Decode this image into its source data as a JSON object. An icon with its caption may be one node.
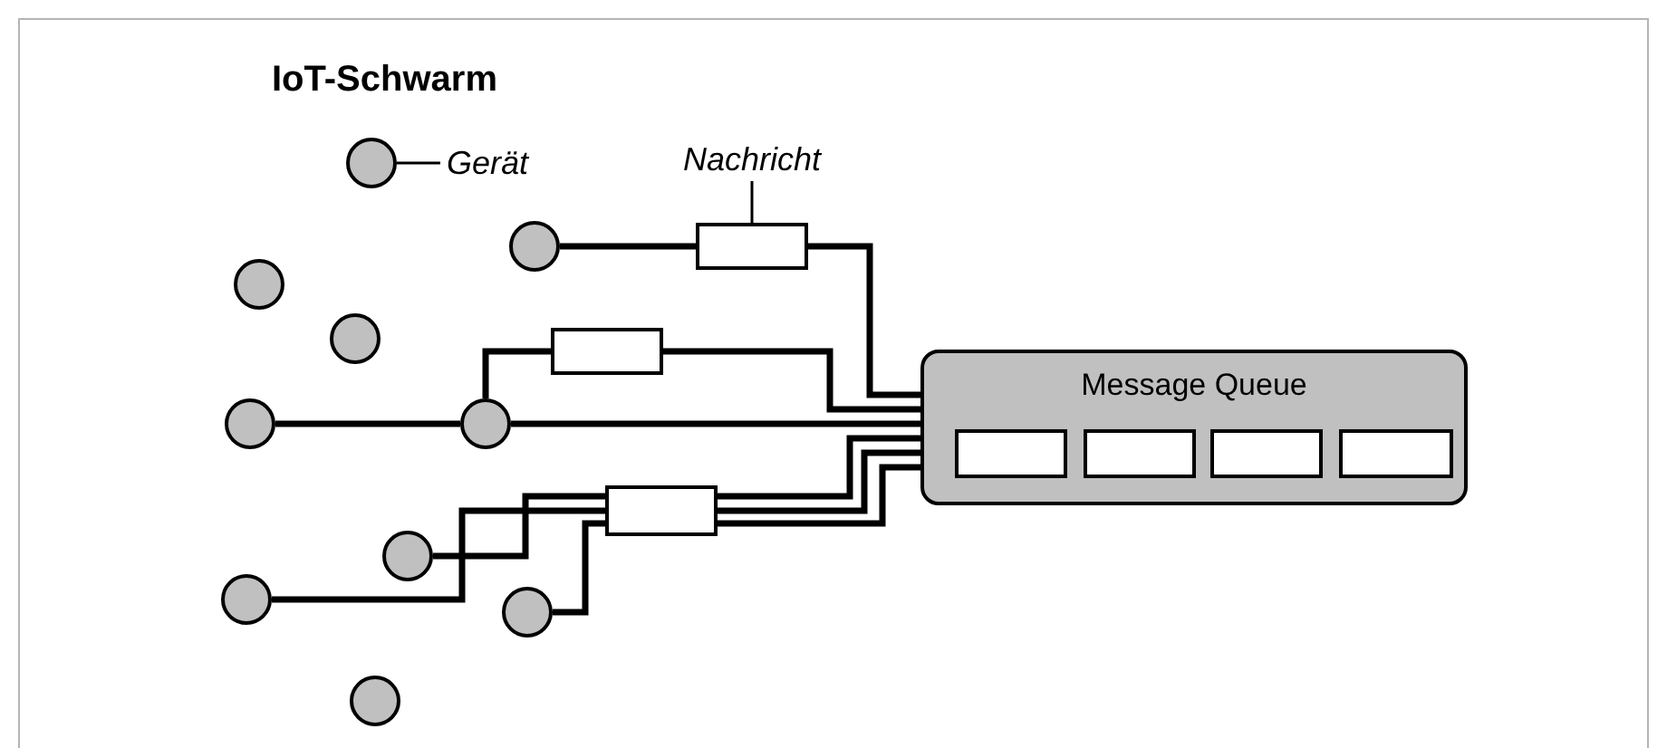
{
  "diagram": {
    "title": "IoT-Schwarm",
    "nodes": [
      {
        "text": [],
        "shape": "circle"
      },
      {
        "text": [
          "Gerät"
        ]
      },
      {
        "text": [
          "Nachricht"
        ]
      },
      {
        "text": [],
        "shape": "box"
      },
      {
        "text": [],
        "shape": "circle"
      },
      {
        "text": [],
        "shape": "circle"
      },
      {
        "text": [],
        "shape": "circle"
      },
      {
        "text": [],
        "shape": "circle"
      },
      {
        "text": [],
        "shape": "circle"
      },
      {
        "text": [],
        "shape": "circle"
      },
      {
        "text": [],
        "shape": "circle"
      },
      {
        "text": [],
        "shape": "circle"
      },
      {
        "text": [],
        "shape": "circle"
      },
      {
        "text": [],
        "shape": "box"
      },
      {
        "text": [],
        "shape": "box"
      },
      {
        "text": [
          "Message Queue"
        ]
      },
      {
        "text": [],
        "shape": "box",
        "in": 15
      },
      {
        "text": [],
        "shape": "box",
        "in": 15
      },
      {
        "text": [],
        "shape": "box",
        "in": 15
      },
      {
        "text": [],
        "shape": "box",
        "in": 15
      }
    ],
    "edges": [
      {
        "from": 1,
        "to": 0,
        "arrow": "none"
      },
      {
        "from": 2,
        "to": 3,
        "arrow": "none"
      },
      {
        "from": 4,
        "to": 3,
        "arrow": "none"
      },
      {
        "from": 3,
        "to": 15,
        "arrow": "none"
      },
      {
        "from": 7,
        "to": 8,
        "arrow": "none"
      },
      {
        "from": 8,
        "to": 13,
        "arrow": "none"
      },
      {
        "from": 13,
        "to": 15,
        "arrow": "none"
      },
      {
        "from": 8,
        "to": 15,
        "arrow": "none"
      },
      {
        "from": 9,
        "to": 14,
        "arrow": "none"
      },
      {
        "from": 10,
        "to": 14,
        "arrow": "none"
      },
      {
        "from": 11,
        "to": 14,
        "arrow": "none"
      },
      {
        "from": 14,
        "to": 15,
        "arrow": "none"
      },
      {
        "from": 14,
        "to": 15,
        "arrow": "none"
      },
      {
        "from": 14,
        "to": 15,
        "arrow": "none"
      }
    ]
  }
}
